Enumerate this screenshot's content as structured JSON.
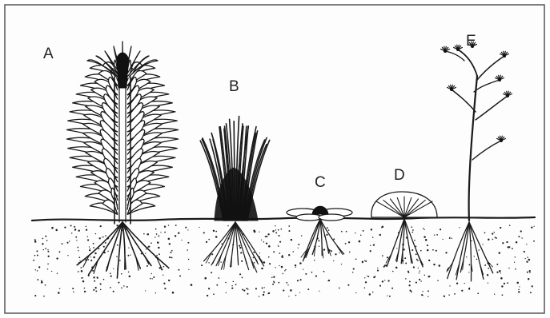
{
  "figure": {
    "plants": [
      {
        "id": "plant-a",
        "label": "A"
      },
      {
        "id": "plant-b",
        "label": "B"
      },
      {
        "id": "plant-c",
        "label": "C"
      },
      {
        "id": "plant-d",
        "label": "D"
      },
      {
        "id": "plant-e",
        "label": "E"
      }
    ]
  }
}
